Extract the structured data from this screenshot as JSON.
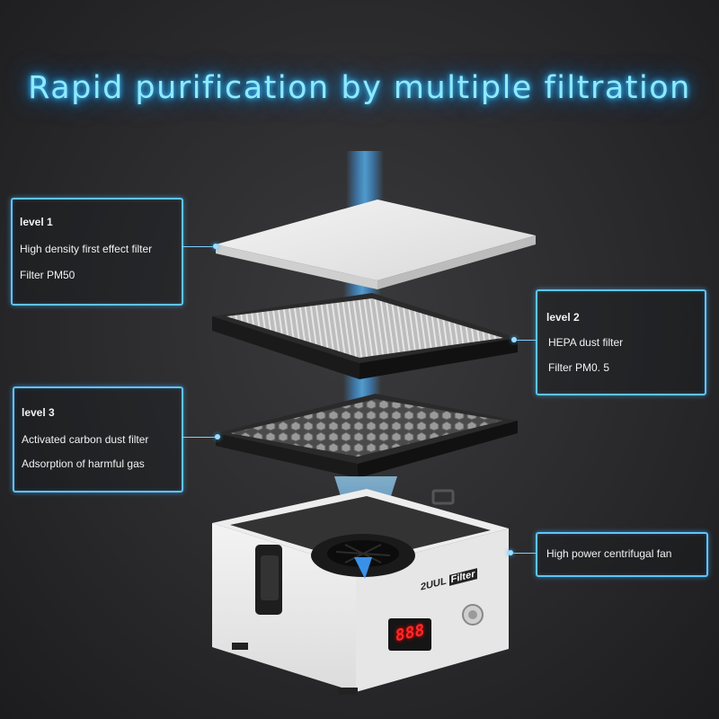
{
  "headline": "Rapid purification by multiple filtration",
  "levels": [
    {
      "heading": "level 1",
      "line1": "High density first effect filter",
      "line2": "Filter PM50"
    },
    {
      "heading": "level 2",
      "line1": "HEPA dust filter",
      "line2": "Filter PM0. 5"
    },
    {
      "heading": "level 3",
      "line1": "Activated carbon dust filter",
      "line2": "Adsorption of harmful gas"
    }
  ],
  "fan_label": "High power centrifugal fan",
  "device": {
    "brand": "2UUL",
    "brand_badge": "Filter",
    "display_value": "888"
  },
  "colors": {
    "accent": "#5ec4ff",
    "title_glow": "#8fe9ff",
    "background": "#2e2e30"
  }
}
